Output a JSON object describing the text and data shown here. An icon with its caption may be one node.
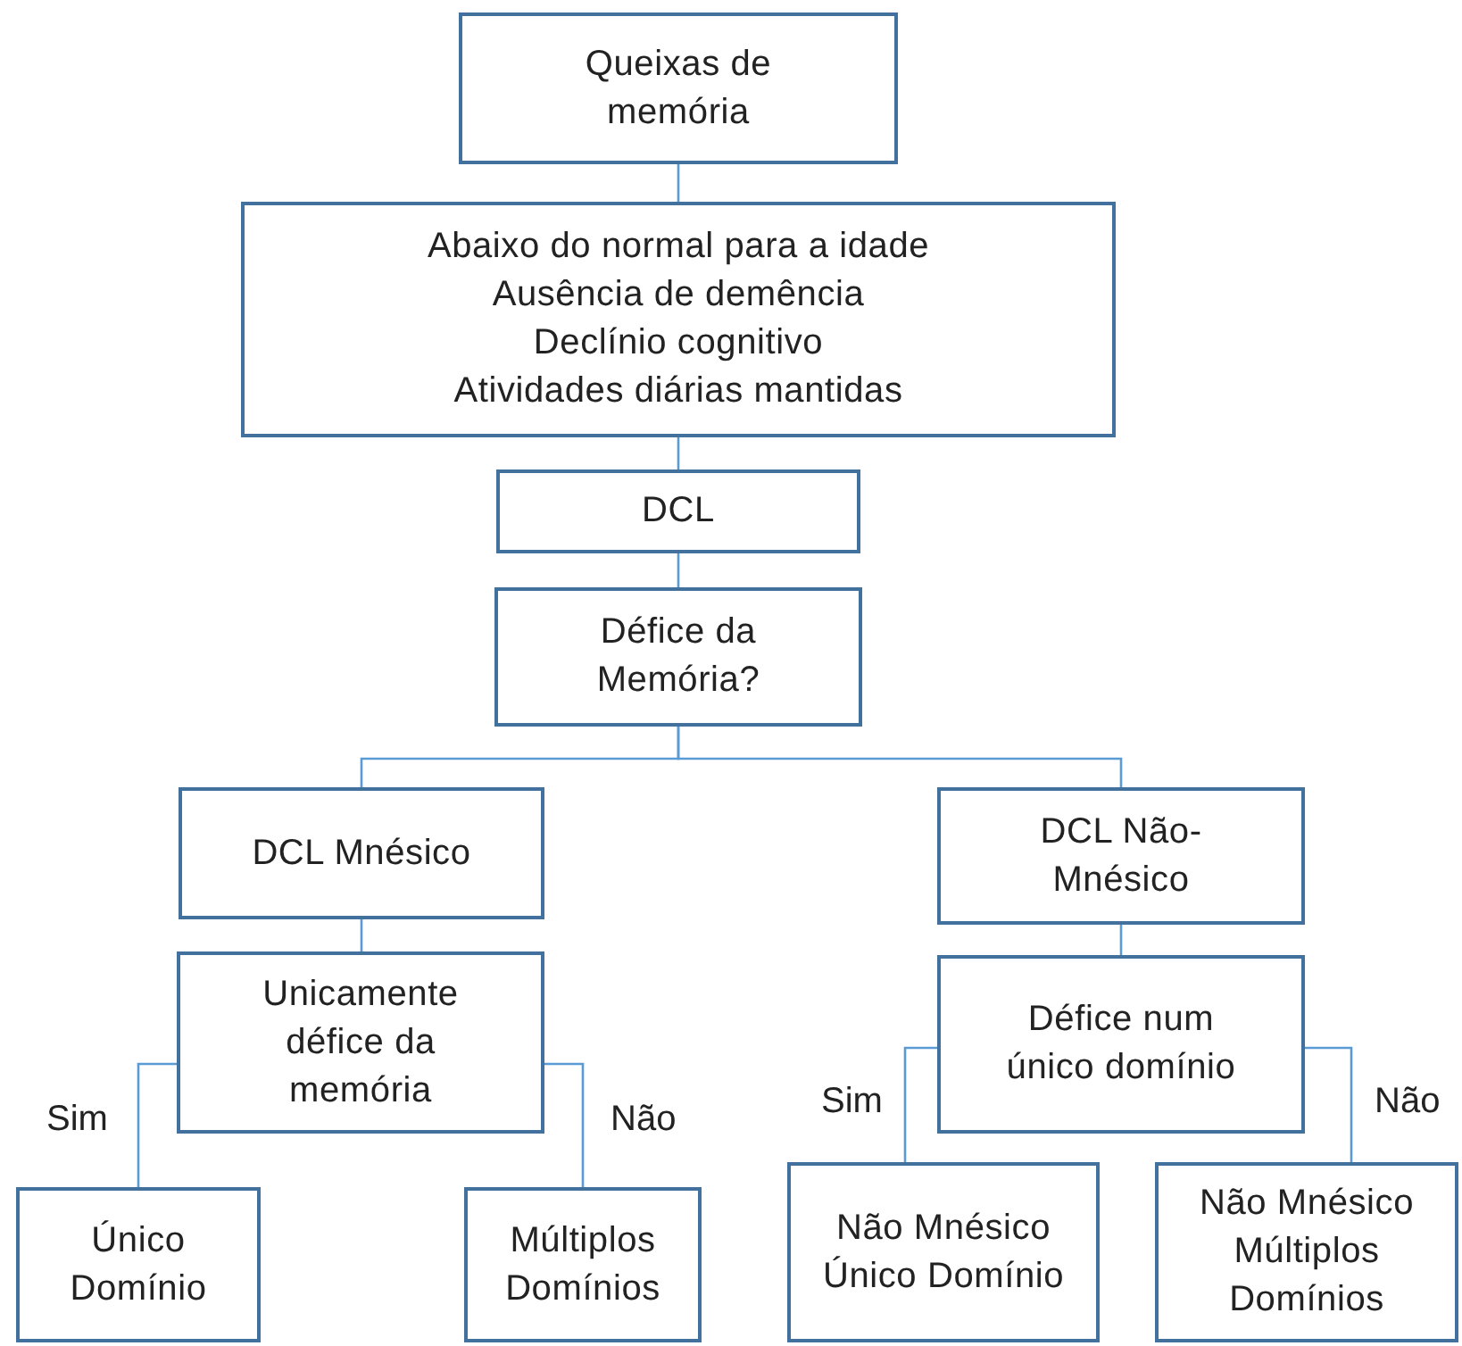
{
  "diagram": {
    "nodes": [
      {
        "text": [
          "Queixas de memória"
        ]
      },
      {
        "text": [
          "Abaixo do normal para a idade",
          "Ausência de demência",
          "Declínio cognitivo",
          "Atividades diárias mantidas"
        ]
      },
      {
        "text": [
          "DCL"
        ]
      },
      {
        "text": [
          "Défice da Memória?"
        ]
      },
      {
        "text": [
          "DCL Mnésico"
        ]
      },
      {
        "text": [
          "DCL Não-Mnésico"
        ]
      },
      {
        "text": [
          "Unicamente défice da memória"
        ]
      },
      {
        "text": [
          "Défice num único domínio"
        ]
      },
      {
        "text": [
          "Único Domínio"
        ]
      },
      {
        "text": [
          "Múltiplos Domínios"
        ]
      },
      {
        "text": [
          "Não Mnésico Único Domínio"
        ]
      },
      {
        "text": [
          "Não Mnésico Múltiplos Domínios"
        ]
      }
    ],
    "edges": [
      {
        "from": 0,
        "to": 1,
        "arrow": "none"
      },
      {
        "from": 1,
        "to": 2,
        "arrow": "none"
      },
      {
        "from": 2,
        "to": 3,
        "arrow": "none"
      },
      {
        "from": 3,
        "to": 4,
        "arrow": "none"
      },
      {
        "from": 3,
        "to": 5,
        "arrow": "none"
      },
      {
        "from": 4,
        "to": 6,
        "arrow": "none"
      },
      {
        "from": 5,
        "to": 7,
        "arrow": "none"
      },
      {
        "from": 6,
        "to": 8,
        "label": "Sim",
        "arrow": "none"
      },
      {
        "from": 6,
        "to": 9,
        "label": "Não",
        "arrow": "none"
      },
      {
        "from": 7,
        "to": 10,
        "label": "Sim",
        "arrow": "none"
      },
      {
        "from": 7,
        "to": 11,
        "label": "Não",
        "arrow": "none"
      }
    ]
  }
}
